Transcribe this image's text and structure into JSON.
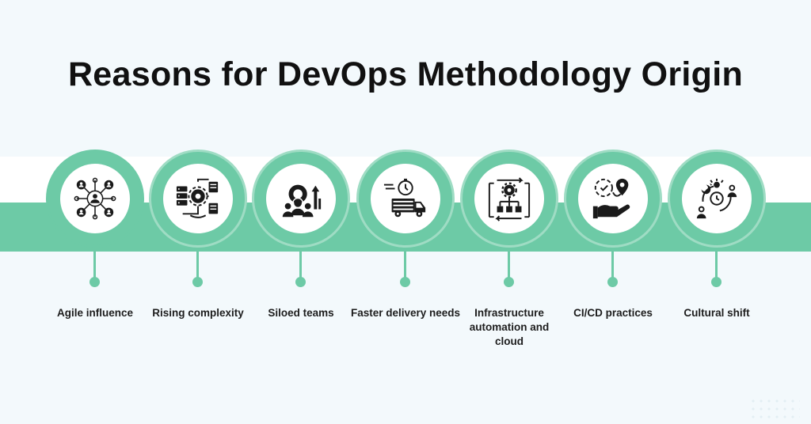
{
  "title": "Reasons for DevOps Methodology Origin",
  "colors": {
    "accent": "#6dcaa6",
    "ring_light": "#9fdcc4",
    "background": "#f3f9fc",
    "text": "#111111"
  },
  "items": [
    {
      "label": "Agile influence",
      "icon": "team-network-icon"
    },
    {
      "label": "Rising complexity",
      "icon": "server-gear-icon"
    },
    {
      "label": "Siloed teams",
      "icon": "team-gear-icon"
    },
    {
      "label": "Faster delivery needs",
      "icon": "delivery-truck-icon"
    },
    {
      "label": "Infrastructure automation and cloud",
      "icon": "automation-hierarchy-icon"
    },
    {
      "label": "CI/CD practices",
      "icon": "hand-gear-location-icon"
    },
    {
      "label": "Cultural shift",
      "icon": "day-night-people-icon"
    }
  ]
}
